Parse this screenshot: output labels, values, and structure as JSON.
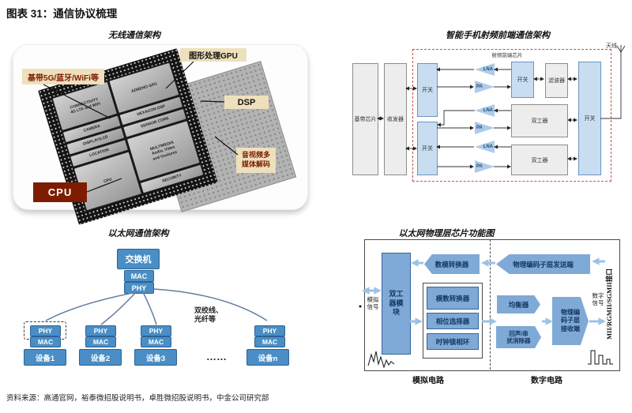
{
  "header": {
    "title": "图表 31：通信协议梳理"
  },
  "footer": {
    "source": "资料来源：高通官网，裕泰微招股说明书，卓胜微招股说明书，中金公司研究部"
  },
  "wireless": {
    "subtitle": "无线通信架构",
    "labels": {
      "gpu": "图形处理GPU",
      "baseband": "基带5G/蓝牙/WiFi等",
      "dsp": "DSP",
      "codec": "音视频多\n媒体解码",
      "cpu": "CPU"
    },
    "chip": {
      "connectivity": "CONNECTIVITY\n4G LTE and WiFi",
      "gpu": "ADRENO GPU",
      "camera": "CAMERA",
      "hexagon": "HEXAGON DSP",
      "display": "DISPLAY/LCD",
      "sensor": "SENSOR CORE",
      "location": "LOCATION",
      "multimedia": "MULTIMEDIA\nAudio, Video\nand Gestures",
      "cpu": "CPU",
      "security": "SECURITY"
    }
  },
  "rf": {
    "subtitle": "智能手机射频前端通信架构",
    "chip_label": "射频前端芯片",
    "antenna": "天线",
    "baseband": "基带芯片",
    "transceiver": "收发器",
    "switch": "开关",
    "filter": "滤波器",
    "duplexer": "双工器",
    "lna": "LNA",
    "pa": "PA"
  },
  "ethernet": {
    "subtitle": "以太网通信架构",
    "switch": "交换机",
    "mac": "MAC",
    "phy": "PHY",
    "medium": "双绞线、\n光纤等",
    "devices": [
      "设备1",
      "设备2",
      "设备3",
      "设备n"
    ],
    "dots": "……"
  },
  "phychip": {
    "subtitle": "以太网物理层芯片功能图",
    "duplexer_module": "双工\n器模\n块",
    "dac": "数模转换器",
    "adc": "模数转换器",
    "phase": "相位选择器",
    "pll": "时钟锁相环",
    "pcs_tx": "物理编码子层发送端",
    "equalizer": "均衡器",
    "echo": "回声/串\n扰消除器",
    "pcs_rx": "物理编\n码子层\n接收端",
    "mii": "MII/RGMII/SGMII接口",
    "analog_signal": "模拟\n信号",
    "digital_signal": "数字\n信号",
    "analog_circuit": "模拟电路",
    "digital_circuit": "数字电路"
  },
  "colors": {
    "accent_red_dashed": "#c05048",
    "ethernet_blue": "#4a8ec5",
    "phy_blue": "#7fa9d6",
    "rf_blue": "#c9ddf1",
    "label_cream": "#eee0bc",
    "maroon": "#7e1c02"
  }
}
